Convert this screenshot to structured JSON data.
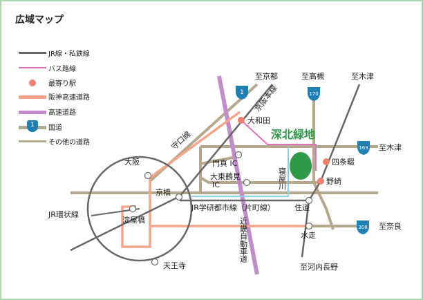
{
  "title": "広域マップ",
  "legend": [
    {
      "label": "JR線・私鉄線",
      "color": "#666666"
    },
    {
      "label": "バス路線",
      "color": "#e070b8"
    },
    {
      "label": "最寄り駅",
      "color": "#f08070"
    },
    {
      "label": "阪神高速道路",
      "color": "#f4a58a"
    },
    {
      "label": "高速道路",
      "color": "#c28ccc"
    },
    {
      "label": "国道",
      "color": "#b5a88f",
      "shield": "1"
    },
    {
      "label": "その他の道路",
      "color": "#b5a88f"
    }
  ],
  "colors": {
    "park": "#2e9a48",
    "shield": "#1f7fb0",
    "border": "#a8d8b0"
  },
  "map": {
    "park_name": "深北緑地",
    "shields": [
      "1",
      "170",
      "163",
      "308"
    ],
    "places": {
      "kyoto": "至京都",
      "takatsuki": "至高槻",
      "kizu1": "至木津",
      "kizu2": "至木津",
      "nara": "至奈良",
      "kawachinagano": "至河内長野",
      "owada": "大和田",
      "shijonawate": "四条畷",
      "nozaki": "野崎",
      "neyagawa": "寝屋川",
      "kadoma_ic": "門真 IC",
      "daito1": "大東鶴見",
      "daito2": "IC",
      "kyobashi": "京橋",
      "osaka": "大阪",
      "jr_loop": "JR環状線",
      "yodoyabashi": "淀屋橋",
      "tennoji": "天王寺",
      "moriguchi": "守口線",
      "keihan": "京阪本線",
      "gakken": "JR学研都市線（片町線）",
      "suminodo": "住道",
      "kinki": "近畿自動車道",
      "mizuhai": "水走"
    }
  }
}
